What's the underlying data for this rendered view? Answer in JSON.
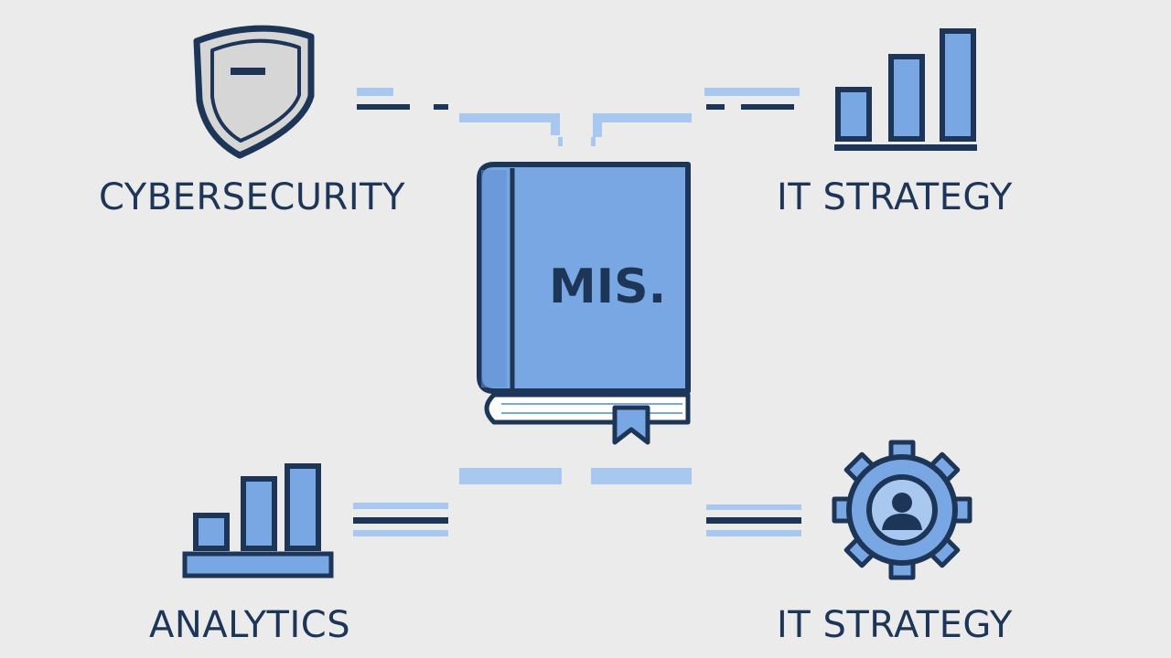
{
  "diagram": {
    "center": {
      "title": "MIS.",
      "icon": "book-icon"
    },
    "nodes": [
      {
        "id": "cybersecurity",
        "label": "CYBERSECURITY",
        "icon": "shield-icon"
      },
      {
        "id": "it-strategy-top",
        "label": "IT STRATEGY",
        "icon": "bar-chart-icon"
      },
      {
        "id": "analytics",
        "label": "ANALYTICS",
        "icon": "bar-chart-icon"
      },
      {
        "id": "it-strategy-bottom",
        "label": "IT STRATEGY",
        "icon": "gear-person-icon"
      }
    ],
    "colors": {
      "background": "#ebebeb",
      "navy": "#1d3557",
      "fill": "#79a7e3",
      "light_fill": "#a9c8ef"
    }
  }
}
